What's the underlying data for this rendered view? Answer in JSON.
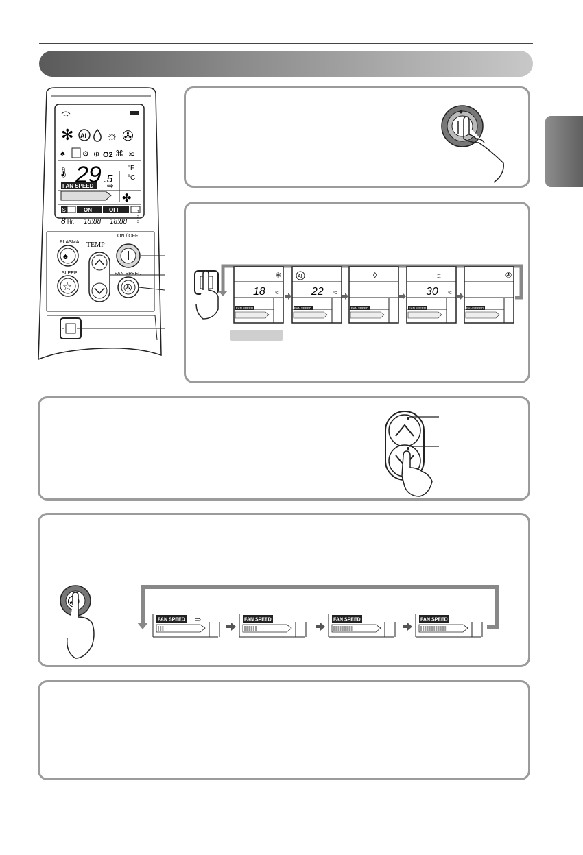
{
  "remote": {
    "lcd_temperature": "29",
    "lcd_temperature_decimal": ".5",
    "unit_f": "°F",
    "unit_c": "°C",
    "fan_speed_label": "FAN SPEED",
    "timer_on": "ON",
    "timer_off": "OFF",
    "sleep_hours": "8",
    "hours_label": "Hr.",
    "timer_digits_1": "18:88",
    "timer_digits_2": "18:88",
    "timer_levels": [
      "1",
      "2",
      "3"
    ],
    "mode_icon_ai": "AI",
    "o2_label": "O2",
    "plasma_label": "PLASMA",
    "temp_label": "TEMP",
    "on_off_label": "ON / OFF",
    "sleep_label": "SLEEP",
    "fan_speed_button_label": "FAN SPEED"
  },
  "mode_cycle": [
    {
      "icon": "snowflake-icon",
      "temp": "18"
    },
    {
      "icon": "ai-icon",
      "temp": "22"
    },
    {
      "icon": "drop-icon",
      "temp": ""
    },
    {
      "icon": "sun-icon",
      "temp": "30"
    },
    {
      "icon": "fan-icon",
      "temp": ""
    }
  ],
  "lcd_unit": "°C",
  "mode_fan_label": "FAN SPEED",
  "fan_speed_cycle": [
    "FAN SPEED",
    "FAN SPEED",
    "FAN SPEED",
    "FAN SPEED"
  ],
  "colors": {
    "header_dark": "#5a5a5a",
    "header_light": "#c8c8c8",
    "box_border": "#9b9b9b",
    "side_tab": "#6e6e6e"
  }
}
